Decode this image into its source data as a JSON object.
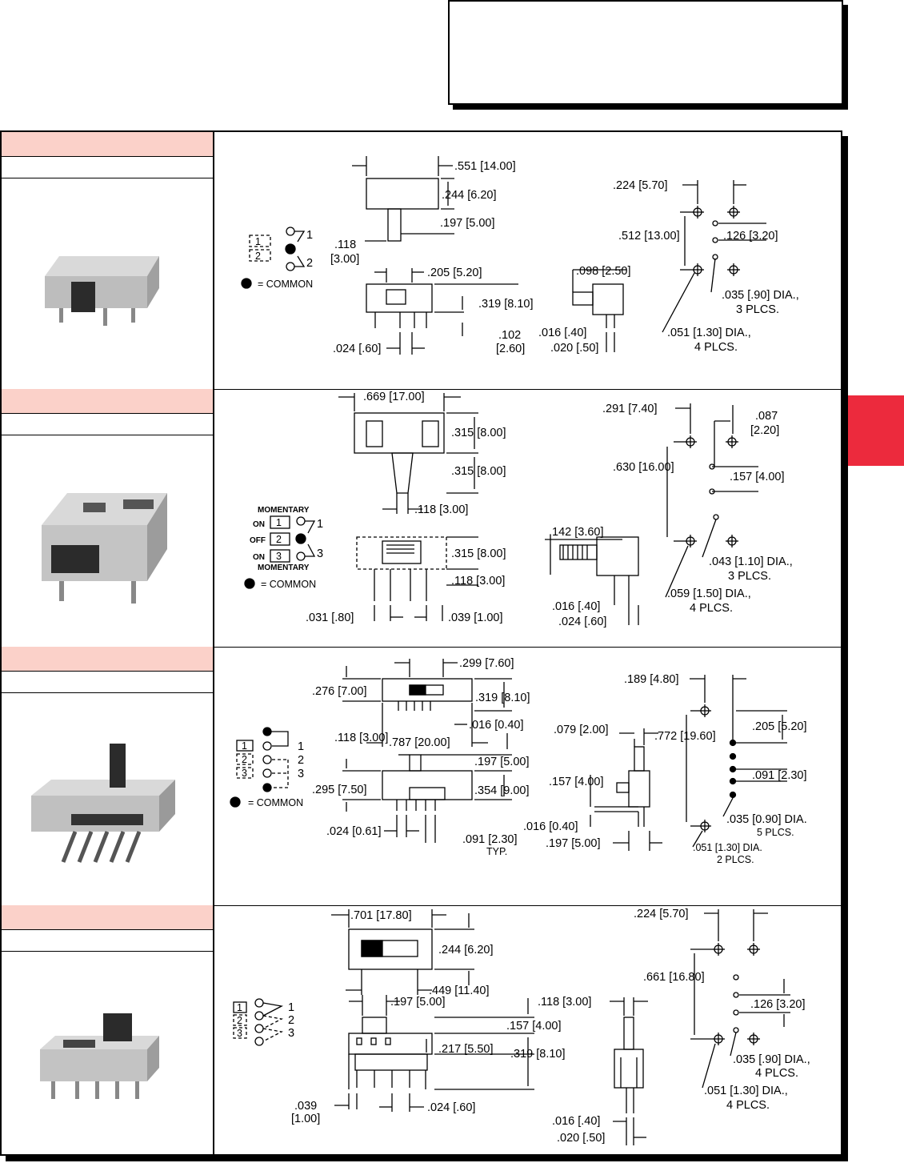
{
  "colors": {
    "accent_red": "#ec2a3d",
    "title_pink": "#fbd1c9",
    "frame": "#000000"
  },
  "header_box": {
    "text": ""
  },
  "side_tab": {
    "text": ""
  },
  "products": [
    {
      "title": "",
      "subtitle": "",
      "schematic": {
        "pos1": "1",
        "pos2": "2",
        "common": "= COMMON"
      },
      "dims": {
        "d1": ".551  [14.00]",
        "d2": ".244  [6.20]",
        "d3": ".197  [5.00]",
        "d4a": ".118",
        "d4b": "[3.00]",
        "d5": ".205  [5.20]",
        "d6": ".319  [8.10]",
        "d7a": ".102",
        "d7b": "[2.60]",
        "d8": ".024  [.60]",
        "d9": ".098  [2.50]",
        "d10": ".016  [.40]",
        "d11": ".020  [.50]",
        "d12": ".224  [5.70]",
        "d13": ".512  [13.00]",
        "d14": ".126  [3.20]",
        "d15a": ".035  [.90]  DIA.,",
        "d15b": "3  PLCS.",
        "d16a": ".051  [1.30]  DIA.,",
        "d16b": "4  PLCS."
      }
    },
    {
      "title": "",
      "subtitle": "",
      "schematic": {
        "momentary_top": "MOMENTARY",
        "on_top": "ON",
        "off": "OFF",
        "on_bottom": "ON",
        "momentary_bottom": "MOMENTARY",
        "p1": "1",
        "p2": "2",
        "p3": "3",
        "pos1": "1",
        "pos3": "3",
        "common": "= COMMON"
      },
      "dims": {
        "d1": ".669  [17.00]",
        "d2": ".315  [8.00]",
        "d3": ".315  [8.00]",
        "d4": ".118  [3.00]",
        "d5": ".315  [8.00]",
        "d6": ".118  [3.00]",
        "d7": ".031  [.80]",
        "d8": ".039  [1.00]",
        "d9": ".142  [3.60]",
        "d10": ".016  [.40]",
        "d11": ".024  [.60]",
        "d12": ".291  [7.40]",
        "d13a": ".087",
        "d13b": "[2.20]",
        "d14": ".630  [16.00]",
        "d15": ".157  [4.00]",
        "d16a": ".043  [1.10]  DIA.,",
        "d16b": "3  PLCS.",
        "d17a": ".059  [1.50]  DIA.,",
        "d17b": "4  PLCS."
      }
    },
    {
      "title": "",
      "subtitle": "",
      "schematic": {
        "p1": "1",
        "p2": "2",
        "p3": "3",
        "pos1": "1",
        "pos2": "2",
        "pos3": "3",
        "common": "= COMMON"
      },
      "dims": {
        "d1": ".299  [7.60]",
        "d2": ".276  [7.00]",
        "d3": ".319  [8.10]",
        "d4": ".016  [0.40]",
        "d5": ".787  [20.00]",
        "d6": ".118  [3.00]",
        "d7": ".197  [5.00]",
        "d8": ".295  [7.50]",
        "d9": ".354  [9.00]",
        "d10": ".024  [0.61]",
        "d11a": ".091  [2.30]",
        "d11b": "TYP.",
        "d12": ".079  [2.00]",
        "d13": ".157  [4.00]",
        "d14": ".016  [0.40]",
        "d15": ".197  [5.00]",
        "d16": ".189  [4.80]",
        "d17": ".772  [19.60]",
        "d18": ".205  [5.20]",
        "d19": ".091  [2.30]",
        "d20a": ".035  [0.90]  DIA.",
        "d20b": "5  PLCS.",
        "d21a": ".051  [1.30]  DIA.",
        "d21b": "2  PLCS."
      }
    },
    {
      "title": "",
      "subtitle": "",
      "schematic": {
        "p1": "1",
        "p2": "2",
        "p3": "3",
        "pos1": "1",
        "pos2": "2",
        "pos3": "3"
      },
      "dims": {
        "d1": ".701  [17.80]",
        "d2": ".244  [6.20]",
        "d3": ".449  [11.40]",
        "d4": ".197  [5.00]",
        "d5": ".118  [3.00]",
        "d6": ".157  [4.00]",
        "d7": ".217  [5.50]",
        "d8": ".319  [8.10]",
        "d9a": ".039",
        "d9b": "[1.00]",
        "d10": ".024  [.60]",
        "d11": ".016  [.40]",
        "d12": ".020  [.50]",
        "d13": ".224  [5.70]",
        "d14": ".661  [16.80]",
        "d15": ".126  [3.20]",
        "d16a": ".035  [.90]  DIA.,",
        "d16b": "4  PLCS.",
        "d17a": ".051  [1.30]  DIA.,",
        "d17b": "4  PLCS."
      }
    }
  ]
}
